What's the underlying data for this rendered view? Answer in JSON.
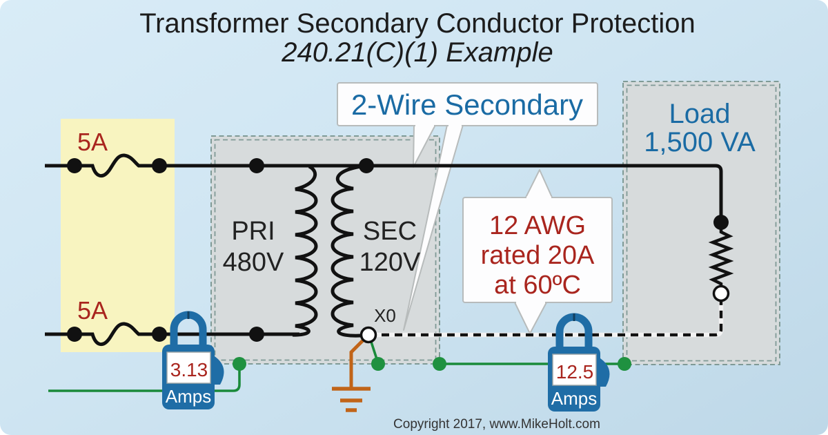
{
  "title": {
    "line1": "Transformer Secondary Conductor Protection",
    "line2": "240.21(C)(1) Example"
  },
  "fuses": {
    "top": "5A",
    "bottom": "5A"
  },
  "transformer": {
    "primary": [
      "PRI",
      "480V"
    ],
    "secondary": [
      "SEC",
      "120V"
    ],
    "neutral_terminal": "X0"
  },
  "callouts": {
    "secondary_wiring": "2-Wire Secondary",
    "conductor": [
      "12 AWG",
      "rated 20A",
      "at 60ºC"
    ]
  },
  "load": [
    "Load",
    "1,500 VA"
  ],
  "meters": {
    "primary": {
      "value": "3.13",
      "unit": "Amps"
    },
    "neutral": {
      "value": "12.5",
      "unit": "Amps"
    }
  },
  "copyright": "Copyright 2017, www.MikeHolt.com",
  "colors": {
    "background_top": "#d9ecf7",
    "background_bottom": "#bed8e8",
    "highlight_yellow": "#f8f4c0",
    "equipment_gray": "#d7dbdc",
    "equipment_border": "#7f9a96",
    "label_blue": "#1a6ba4",
    "label_red": "#a9251e",
    "wire_black": "#111111",
    "ground_green": "#1a8a3a",
    "ground_orange": "#c16418",
    "meter_blue": "#1f6da6"
  }
}
